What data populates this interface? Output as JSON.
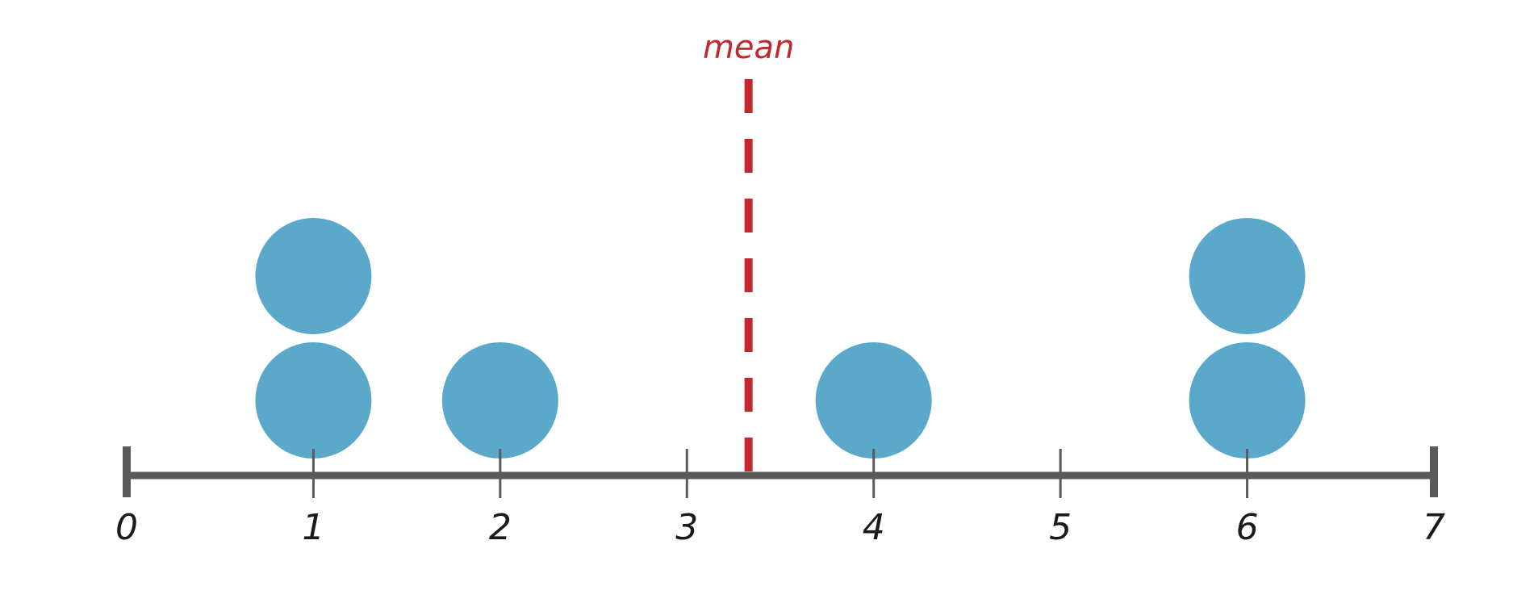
{
  "chart_data": {
    "type": "dot plot",
    "title": "",
    "xlabel": "",
    "ylabel": "",
    "xlim": [
      0,
      7
    ],
    "tick_labels": [
      "0",
      "1",
      "2",
      "3",
      "4",
      "5",
      "6",
      "7"
    ],
    "points": [
      {
        "x": 1,
        "count": 2
      },
      {
        "x": 2,
        "count": 1
      },
      {
        "x": 4,
        "count": 1
      },
      {
        "x": 6,
        "count": 2
      }
    ],
    "values": [
      1,
      1,
      2,
      4,
      6,
      6
    ],
    "mean": {
      "value": 3.33,
      "label": "mean"
    },
    "grid": false,
    "legend": "none",
    "colors": {
      "dot": "#5aa9cb",
      "axis": "#5a5a5a",
      "mean": "#c0282d",
      "text": "#1a1a1a"
    }
  }
}
